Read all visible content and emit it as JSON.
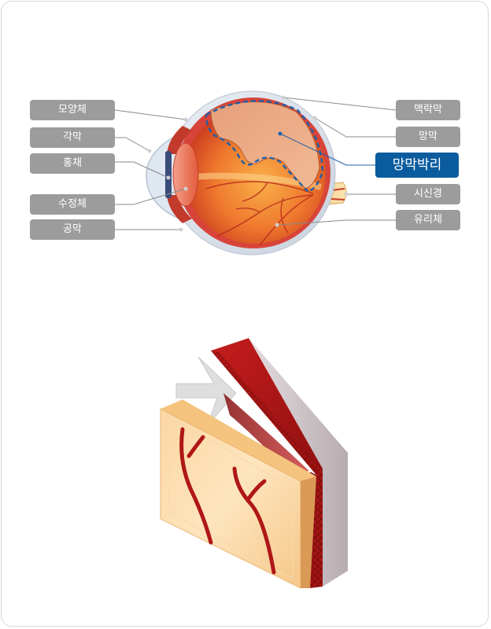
{
  "labels": {
    "ciliary_body": "모양체",
    "cornea": "각막",
    "iris": "홍채",
    "lens": "수정체",
    "sclera": "공막",
    "choroid": "맥락막",
    "retina": "망막",
    "retinal_detachment": "망막박리",
    "optic_nerve": "시신경",
    "vitreous": "유리체"
  },
  "colors": {
    "label_bg": "#9c9c9c",
    "highlight_bg": "#0b5c9e",
    "leader_line": "#8a8a8a",
    "detachment_dash": "#1f5fa8"
  }
}
